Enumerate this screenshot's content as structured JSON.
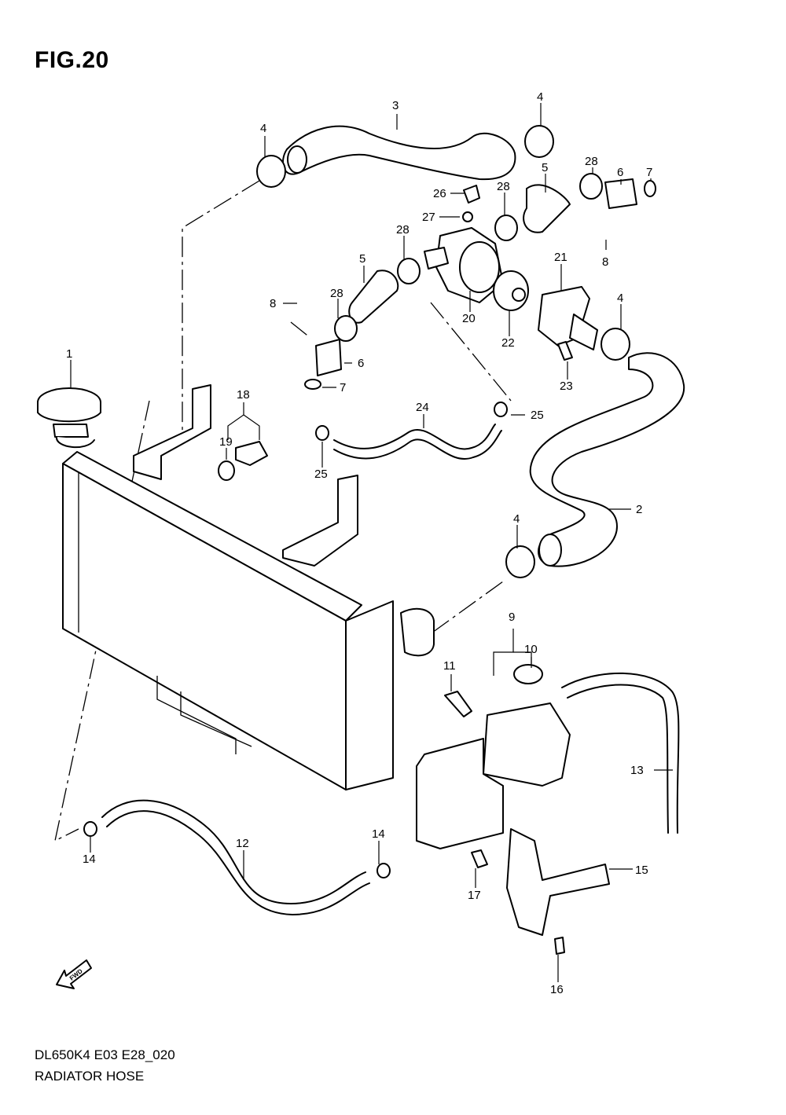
{
  "figure": {
    "title": "FIG.20"
  },
  "footer": {
    "model_code": "DL650K4 E03 E28_020",
    "diagram_name": "RADIATOR HOSE"
  },
  "fwd_label": "FWD",
  "callouts": {
    "c1": "1",
    "c2": "2",
    "c3": "3",
    "c4a": "4",
    "c4b": "4",
    "c4c": "4",
    "c4d": "4",
    "c5a": "5",
    "c5b": "5",
    "c6a": "6",
    "c6b": "6",
    "c7a": "7",
    "c7b": "7",
    "c8a": "8",
    "c8b": "8",
    "c9": "9",
    "c10": "10",
    "c11": "11",
    "c12": "12",
    "c13": "13",
    "c14a": "14",
    "c14b": "14",
    "c15": "15",
    "c16": "16",
    "c17": "17",
    "c18": "18",
    "c19": "19",
    "c20": "20",
    "c21": "21",
    "c22": "22",
    "c23": "23",
    "c24": "24",
    "c25a": "25",
    "c25b": "25",
    "c26": "26",
    "c27": "27",
    "c28a": "28",
    "c28b": "28",
    "c28c": "28",
    "c28d": "28"
  }
}
